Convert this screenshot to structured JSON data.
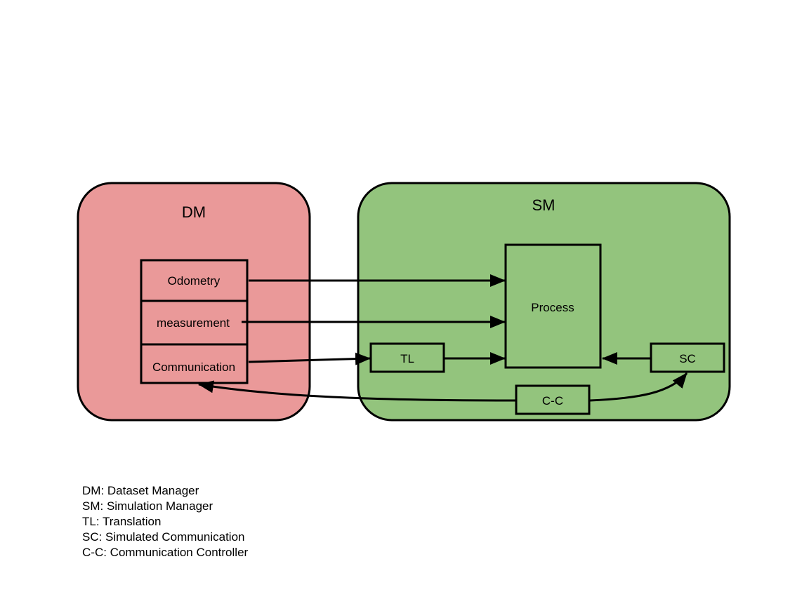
{
  "colors": {
    "dm_fill": "#ea9999",
    "sm_fill": "#93c47d",
    "stroke": "#000000"
  },
  "groups": {
    "dm": {
      "title": "DM"
    },
    "sm": {
      "title": "SM"
    }
  },
  "nodes": {
    "odometry": "Odometry",
    "measurement": "measurement",
    "communication": "Communication",
    "process": "Process",
    "tl": "TL",
    "sc": "SC",
    "cc": "C-C"
  },
  "legend": [
    "DM: Dataset Manager",
    "SM: Simulation Manager",
    "TL: Translation",
    "SC: Simulated Communication",
    "C-C: Communication Controller"
  ]
}
